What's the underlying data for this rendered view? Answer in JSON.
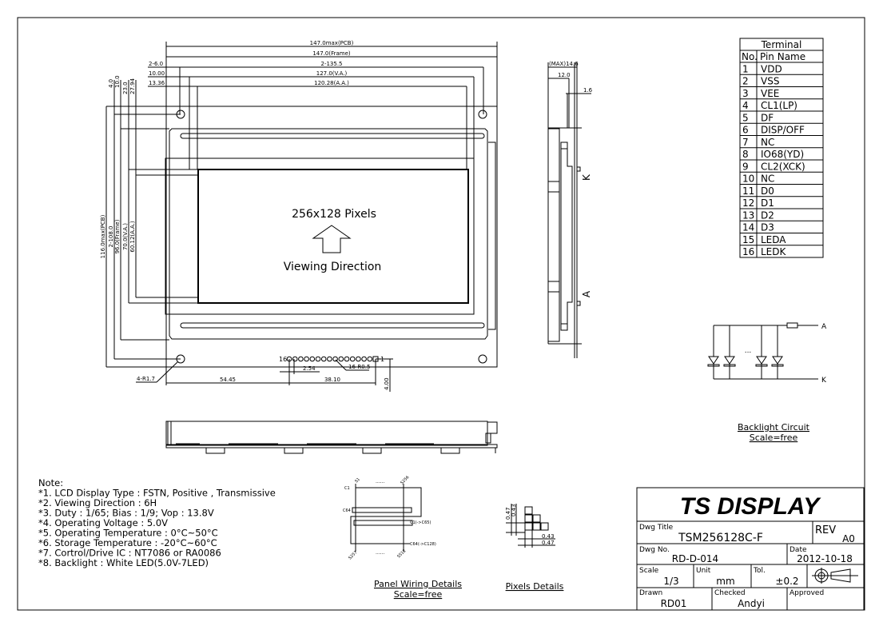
{
  "front_view": {
    "pixels_label": "256x128 Pixels",
    "viewing_label": "Viewing Direction",
    "dims_top": [
      "147.0max(PCB)",
      "147.0(Frame)",
      "2-135.5",
      "127.0(V.A.)",
      "120.28(A.A.)"
    ],
    "dims_top_left": [
      "2-6.0",
      "10.00",
      "13.36"
    ],
    "dims_left": [
      "116.0max(PCB)",
      "2-108.0",
      "96.0(Frame)",
      "70.0(V.A.)",
      "60.12(A.A.)"
    ],
    "dims_left_top": [
      "4.0",
      "10.0",
      "23.0",
      "27.94"
    ],
    "pin_first": "16",
    "pin_last": "1",
    "pin_pitch": "2.54",
    "pin_hole": "16-R0.5",
    "mount_hole": "4-R1.7",
    "dim_bottom_left": "54.45",
    "dim_bottom_right": "38.10",
    "dim_pin_offset": "4.00"
  },
  "side_view": {
    "dim_max": "(MAX)14.6",
    "dim_12": "12.0",
    "dim_16": "1.6",
    "label_k": "K",
    "label_a": "A"
  },
  "terminal": {
    "title": "Terminal",
    "col_no": "No.",
    "col_name": "Pin Name",
    "rows": [
      {
        "no": "1",
        "name": "VDD"
      },
      {
        "no": "2",
        "name": "VSS"
      },
      {
        "no": "3",
        "name": "VEE"
      },
      {
        "no": "4",
        "name": "CL1(LP)"
      },
      {
        "no": "5",
        "name": "DF"
      },
      {
        "no": "6",
        "name": "DISP/OFF"
      },
      {
        "no": "7",
        "name": "NC"
      },
      {
        "no": "8",
        "name": "IO68(YD)"
      },
      {
        "no": "9",
        "name": "CL2(XCK)"
      },
      {
        "no": "10",
        "name": "NC"
      },
      {
        "no": "11",
        "name": "D0"
      },
      {
        "no": "12",
        "name": "D1"
      },
      {
        "no": "13",
        "name": "D2"
      },
      {
        "no": "14",
        "name": "D3"
      },
      {
        "no": "15",
        "name": "LEDA"
      },
      {
        "no": "16",
        "name": "LEDK"
      }
    ]
  },
  "backlight": {
    "anode": "A",
    "cathode": "K",
    "ellipsis": "...",
    "title": "Backlight Circuit",
    "scale": "Scale=free"
  },
  "notes": {
    "heading": "Note:",
    "items": [
      "*1. LCD Display Type : FSTN, Positive , Transmissive",
      "*2. Viewing Direction : 6H",
      "*3. Duty : 1/65; Bias : 1/9; Vop : 13.8V",
      "*4. Operating Voltage : 5.0V",
      "*5. Operating Temperature : 0°C~50°C",
      "*6. Storage Temperature : -20°C~60°C",
      "*7. Cortrol/Drive IC : NT7086 or RA0086",
      "*8. Backlight : White LED(5.0V-7LED)"
    ]
  },
  "panel_wiring": {
    "s1": "S1",
    "s256": "S256",
    "s257": "S257",
    "s512": "S512",
    "c1": "C1",
    "c64": "C64",
    "c1_65": "C1(->C65)",
    "c64_128": "C64(->C128)",
    "dots": "......",
    "title": "Panel Wiring Details",
    "scale": "Scale=free"
  },
  "pixels_detail": {
    "d047": "0.47",
    "d043": "0.43",
    "title": "Pixels Details"
  },
  "title_block": {
    "company": "TS DISPLAY",
    "dwg_title_label": "Dwg Title",
    "dwg_title": "TSM256128C-F",
    "rev_label": "REV",
    "rev": "A0",
    "dwg_no_label": "Dwg No.",
    "dwg_no": "RD-D-014",
    "date_label": "Date",
    "date": "2012-10-18",
    "scale_label": "Scale",
    "scale": "1/3",
    "unit_label": "Unit",
    "unit": "mm",
    "tol_label": "Tol.",
    "tol": "±0.2",
    "drawn_label": "Drawn",
    "drawn": "RD01",
    "checked_label": "Checked",
    "checked": "Andyi",
    "approved_label": "Approved"
  }
}
